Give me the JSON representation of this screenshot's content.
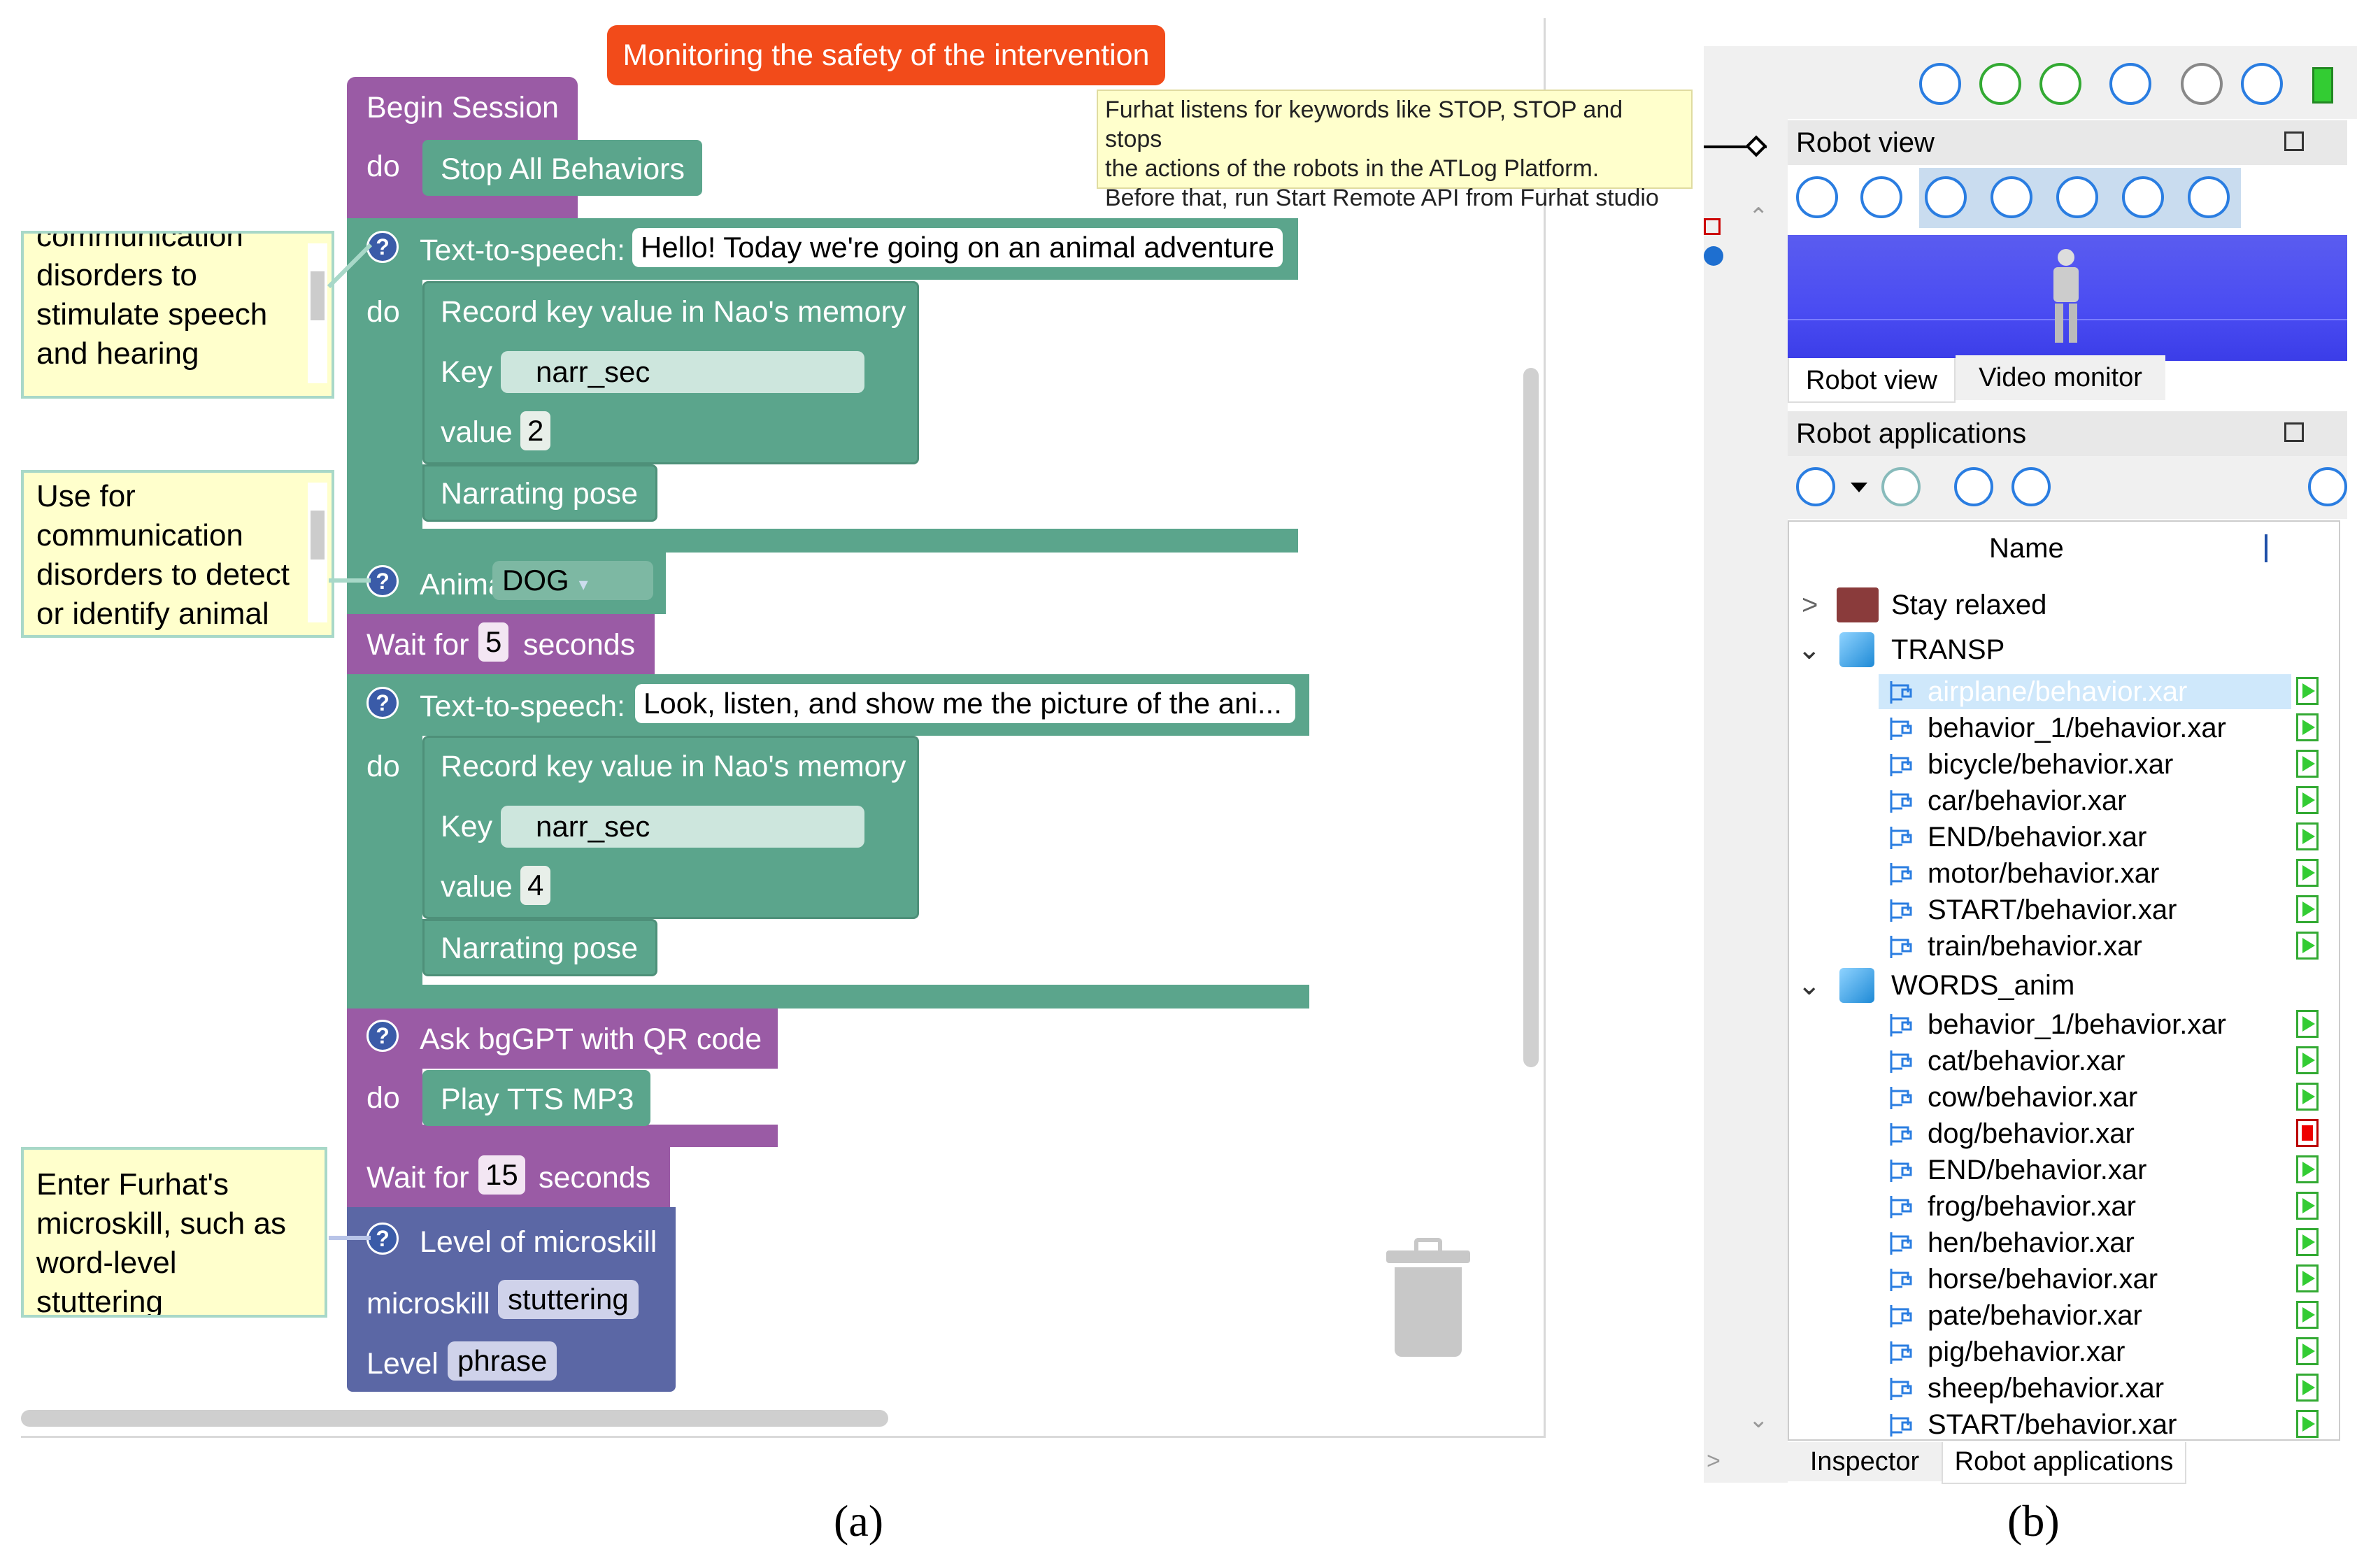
{
  "blockly": {
    "title_badge": "Monitoring the safety of the intervention",
    "tooltip_lines": [
      "Furhat listens for keywords like STOP, STOP and stops",
      "the actions of the robots in the ATLog Platform.",
      "Before that, run Start Remote API from Furhat studio"
    ],
    "begin_session": "Begin Session",
    "do": "do",
    "stop_all": "Stop All Behaviors",
    "tts_label": "Text-to-speech:",
    "tts1_text": "Hello! Today we're going on an animal adventure",
    "record_label": "Record key value in Nao's memory",
    "key_label": "Key",
    "key_value": "narr_sec",
    "value_label": "value",
    "value1": "2",
    "narrating_pose": "Narrating pose",
    "animals_label": "Animals",
    "animals_value": "DOG",
    "wait_for": "Wait for",
    "seconds": "seconds",
    "wait1": "5",
    "tts2_text": "Look, listen, and show me the picture of the ani...",
    "value2": "4",
    "ask_bggpt": "Ask bgGPT with QR code",
    "play_tts": "Play TTS MP3",
    "wait2": "15",
    "level_microskill": "Level of microskill",
    "microskill_label": "microskill",
    "microskill_value": "stuttering",
    "level_label": "Level",
    "level_value": "phrase",
    "comment1_lines": [
      "communication",
      "disorders to",
      "stimulate speech",
      "and hearing"
    ],
    "comment2_lines": [
      "Use for",
      "communication",
      "disorders to detect",
      "or identify animal"
    ],
    "comment3_lines": [
      "Enter Furhat's",
      "microskill, such as",
      "word-level stuttering"
    ]
  },
  "choregraphe": {
    "robot_view_title": "Robot view",
    "robot_view_tab": "Robot view",
    "video_monitor_tab": "Video monitor",
    "robot_apps_title": "Robot applications",
    "name_col": "Name",
    "stay_relaxed": "Stay relaxed",
    "groups": [
      {
        "name": "TRANSP",
        "items": [
          "airplane/behavior.xar",
          "behavior_1/behavior.xar",
          "bicycle/behavior.xar",
          "car/behavior.xar",
          "END/behavior.xar",
          "motor/behavior.xar",
          "START/behavior.xar",
          "train/behavior.xar"
        ]
      },
      {
        "name": "WORDS_anim",
        "items": [
          "behavior_1/behavior.xar",
          "cat/behavior.xar",
          "cow/behavior.xar",
          "dog/behavior.xar",
          "END/behavior.xar",
          "frog/behavior.xar",
          "hen/behavior.xar",
          "horse/behavior.xar",
          "pate/behavior.xar",
          "pig/behavior.xar",
          "sheep/behavior.xar",
          "START/behavior.xar"
        ]
      }
    ],
    "bottom_tab_inspector": "Inspector",
    "bottom_tab_apps": "Robot applications",
    "colors": {
      "selected_row": "#cfe8fb",
      "play": "#33cc33",
      "stop": "#e00000"
    }
  },
  "captions": {
    "a": "(a)",
    "b": "(b)"
  }
}
